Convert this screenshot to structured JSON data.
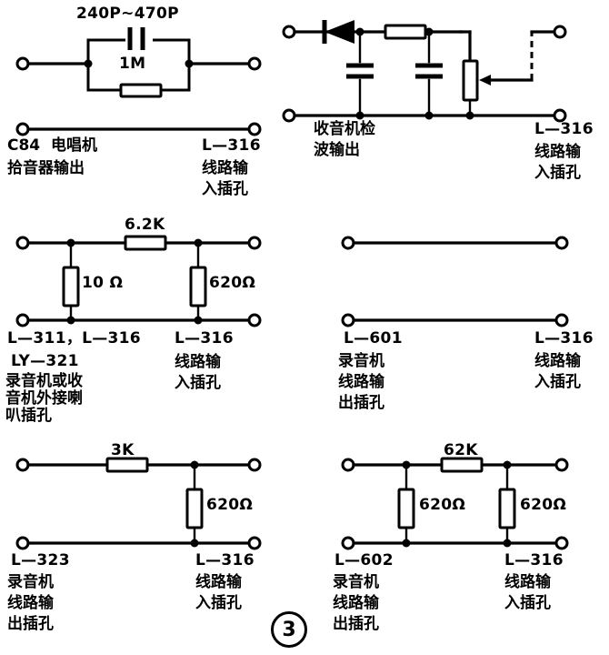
{
  "figure": {
    "number": "3",
    "caption_note": "circled figure number"
  },
  "circuits": [
    {
      "id": "c84-phono",
      "position": "top-left",
      "components": {
        "capacitor_label": "240P~470P",
        "resistor_label": "1M"
      },
      "left_labels": [
        "C84  电唱机",
        "拾音器输出"
      ],
      "right_labels": [
        "L—316",
        "线路输",
        "入插孔"
      ]
    },
    {
      "id": "radio-detector",
      "position": "top-right",
      "components": {
        "diode": "diode",
        "capacitor_1": "capacitor",
        "series_resistor": "resistor",
        "capacitor_2": "capacitor",
        "potentiometer": "potentiometer"
      },
      "left_labels": [
        "收音机检",
        "波输出"
      ],
      "right_labels": [
        "L—316",
        "线路输",
        "入插孔"
      ]
    },
    {
      "id": "l311-l316-ly321",
      "position": "middle-left",
      "components": {
        "series_resistor": "6.2K",
        "shunt_resistor_1": "10 Ω",
        "shunt_resistor_2": "620Ω"
      },
      "left_labels": [
        "L—311，L—316",
        "LY—321",
        "录音机或收",
        "音机外接喇",
        "叭插孔"
      ],
      "right_labels": [
        "L—316",
        "线路输",
        "入插孔"
      ]
    },
    {
      "id": "l601-direct",
      "position": "middle-right",
      "components": {},
      "left_labels": [
        "L—601",
        "录音机",
        "线路输",
        "出插孔"
      ],
      "right_labels": [
        "L—316",
        "线路输",
        "入插孔"
      ]
    },
    {
      "id": "l323",
      "position": "bottom-left",
      "components": {
        "series_resistor": "3K",
        "shunt_resistor_1": "620Ω"
      },
      "left_labels": [
        "L—323",
        "录音机",
        "线路输",
        "出插孔"
      ],
      "right_labels": [
        "L—316",
        "线路输",
        "入插孔"
      ]
    },
    {
      "id": "l602",
      "position": "bottom-right",
      "components": {
        "series_resistor": "62K",
        "shunt_resistor_1": "620Ω",
        "shunt_resistor_2": "620Ω"
      },
      "left_labels": [
        "L—602",
        "录音机",
        "线路输",
        "出插孔"
      ],
      "right_labels": [
        "L—316",
        "线路输",
        "入插孔"
      ]
    }
  ],
  "colors": {
    "ink": "#000000",
    "paper": "#ffffff"
  }
}
